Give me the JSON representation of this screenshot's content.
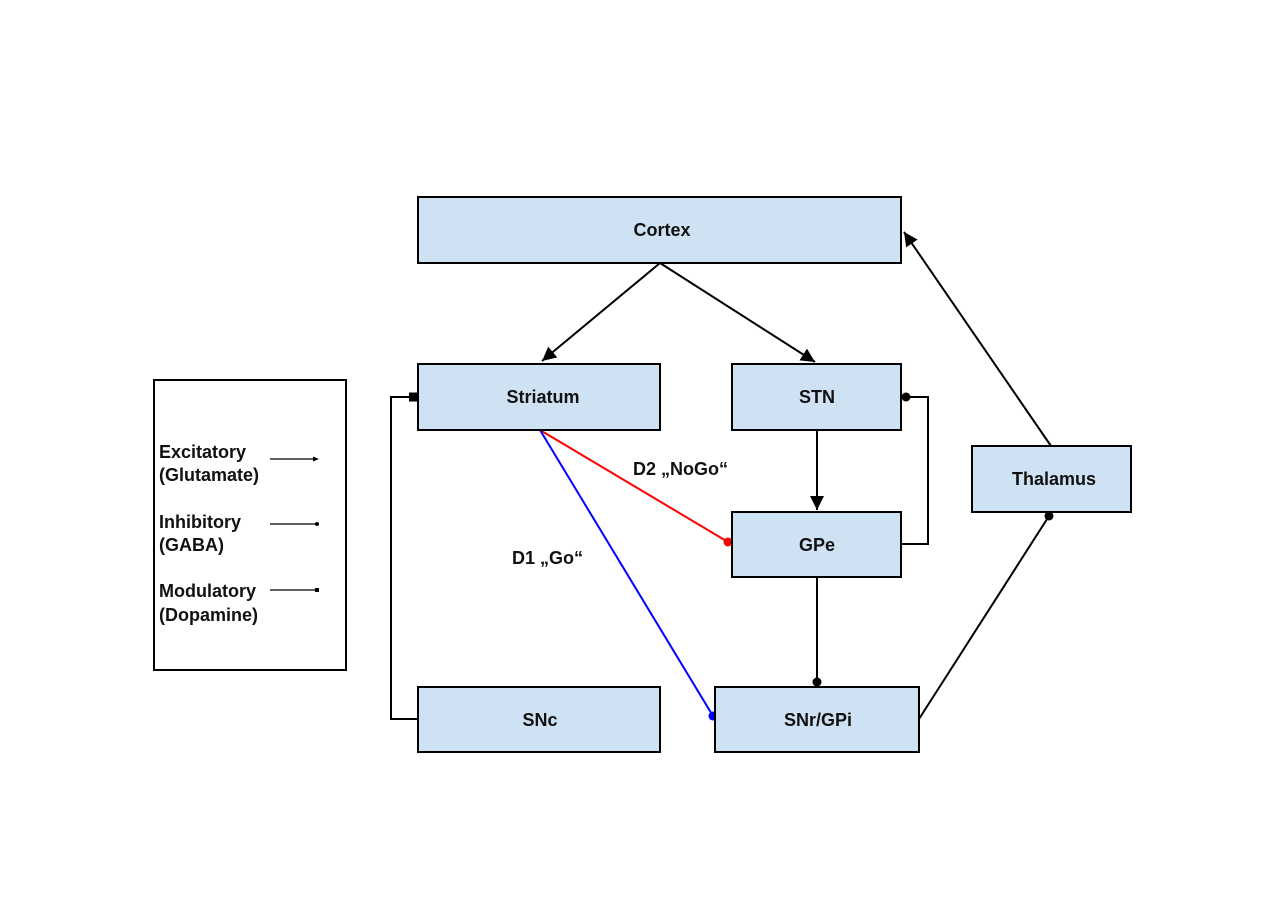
{
  "diagram": {
    "title": "Basal ganglia pathways",
    "colors": {
      "node_fill": "#cfe2f3",
      "default_edge": "#000000",
      "d2_pathway": "#ff0000",
      "d1_pathway": "#0000ff"
    },
    "nodes": [
      {
        "id": "cortex",
        "label": "Cortex"
      },
      {
        "id": "striatum",
        "label": "Striatum"
      },
      {
        "id": "stn",
        "label": "STN"
      },
      {
        "id": "gpe",
        "label": "GPe"
      },
      {
        "id": "thalamus",
        "label": "Thalamus"
      },
      {
        "id": "snc",
        "label": "SNc"
      },
      {
        "id": "snr_gpi",
        "label": "SNr/GPi"
      }
    ],
    "edges": [
      {
        "from": "cortex",
        "to": "striatum",
        "type": "excitatory",
        "color": "#000000"
      },
      {
        "from": "cortex",
        "to": "stn",
        "type": "excitatory",
        "color": "#000000"
      },
      {
        "from": "stn",
        "to": "gpe",
        "type": "excitatory",
        "color": "#000000"
      },
      {
        "from": "gpe",
        "to": "stn",
        "type": "inhibitory",
        "color": "#000000"
      },
      {
        "from": "gpe",
        "to": "snr_gpi",
        "type": "inhibitory",
        "color": "#000000"
      },
      {
        "from": "striatum",
        "to": "gpe",
        "type": "inhibitory",
        "color": "#ff0000",
        "label": "D2 „NoGo“"
      },
      {
        "from": "striatum",
        "to": "snr_gpi",
        "type": "inhibitory",
        "color": "#0000ff",
        "label": "D1 „Go“"
      },
      {
        "from": "snr_gpi",
        "to": "thalamus",
        "type": "inhibitory",
        "color": "#000000"
      },
      {
        "from": "thalamus",
        "to": "cortex",
        "type": "excitatory",
        "color": "#000000"
      },
      {
        "from": "snc",
        "to": "striatum",
        "type": "modulatory",
        "color": "#000000"
      }
    ],
    "edge_labels": {
      "d2": "D2 „NoGo“",
      "d1": "D1 „Go“"
    },
    "legend": [
      {
        "type": "excitatory",
        "line1": "Excitatory",
        "line2": "(Glutamate)",
        "marker": "arrow"
      },
      {
        "type": "inhibitory",
        "line1": "Inhibitory",
        "line2": "(GABA)",
        "marker": "dot"
      },
      {
        "type": "modulatory",
        "line1": "Modulatory",
        "line2": "(Dopamine)",
        "marker": "square"
      }
    ]
  }
}
